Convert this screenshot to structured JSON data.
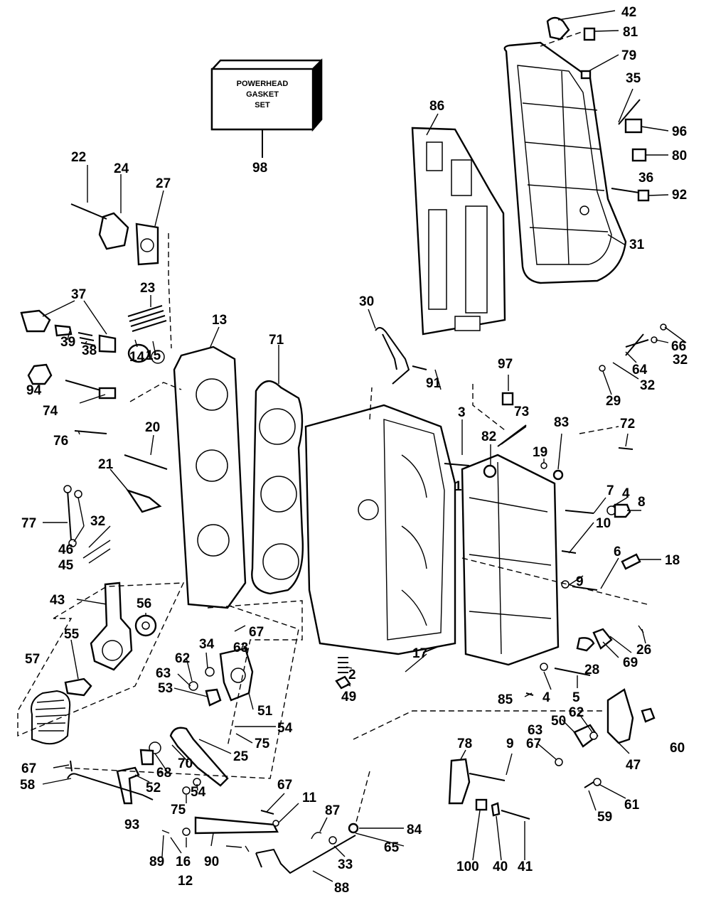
{
  "gasket_box": {
    "line1": "POWERHEAD",
    "line2": "GASKET",
    "line3": "SET"
  },
  "labels": {
    "p1": "1",
    "p2": "2",
    "p3": "3",
    "p4a": "4",
    "p4b": "4",
    "p5": "5",
    "p6": "6",
    "p7": "7",
    "p8": "8",
    "p9a": "9",
    "p9b": "9",
    "p10": "10",
    "p11": "11",
    "p12": "12",
    "p13": "13",
    "p14": "14",
    "p15": "15",
    "p16": "16",
    "p17": "17",
    "p18": "18",
    "p19": "19",
    "p20": "20",
    "p21": "21",
    "p22": "22",
    "p23": "23",
    "p24": "24",
    "p25": "25",
    "p26": "26",
    "p27": "27",
    "p28": "28",
    "p29": "29",
    "p30": "30",
    "p31": "31",
    "p32a": "32",
    "p32b": "32",
    "p32c": "32",
    "p33": "33",
    "p34": "34",
    "p35": "35",
    "p36": "36",
    "p37": "37",
    "p38": "38",
    "p39": "39",
    "p40": "40",
    "p41": "41",
    "p42": "42",
    "p43": "43",
    "p45": "45",
    "p46": "46",
    "p47": "47",
    "p49": "49",
    "p50": "50",
    "p51": "51",
    "p52": "52",
    "p53": "53",
    "p54a": "54",
    "p54b": "54",
    "p55": "55",
    "p56": "56",
    "p57": "57",
    "p58": "58",
    "p59": "59",
    "p60": "60",
    "p61": "61",
    "p62a": "62",
    "p62b": "62",
    "p63a": "63",
    "p63b": "63",
    "p63c": "63",
    "p64": "64",
    "p65": "65",
    "p66": "66",
    "p67a": "67",
    "p67b": "67",
    "p67c": "67",
    "p67d": "67",
    "p68": "68",
    "p69": "69",
    "p70": "70",
    "p71": "71",
    "p72": "72",
    "p73": "73",
    "p74": "74",
    "p75a": "75",
    "p75b": "75",
    "p76": "76",
    "p77": "77",
    "p78": "78",
    "p79": "79",
    "p80": "80",
    "p81": "81",
    "p82": "82",
    "p83": "83",
    "p84": "84",
    "p85": "85",
    "p86": "86",
    "p87": "87",
    "p88": "88",
    "p89": "89",
    "p90": "90",
    "p91": "91",
    "p92": "92",
    "p93": "93",
    "p94": "94",
    "p96": "96",
    "p97": "97",
    "p98": "98",
    "p100": "100"
  }
}
